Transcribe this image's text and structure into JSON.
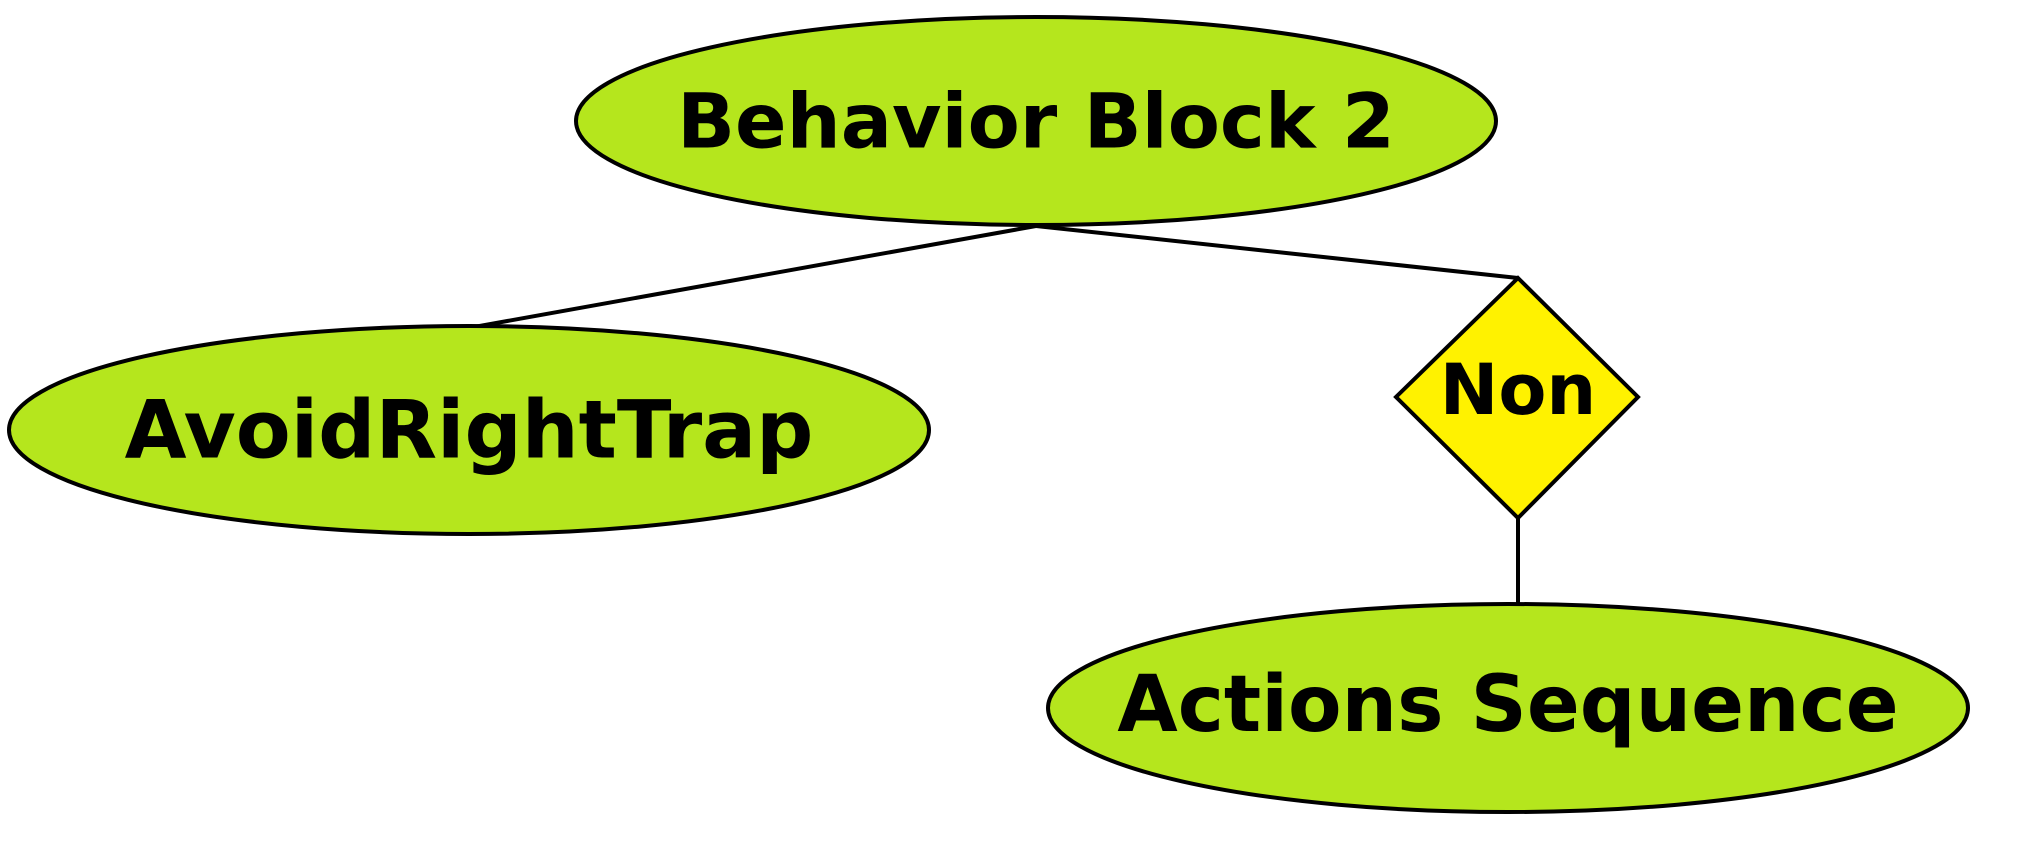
{
  "diagram": {
    "root": {
      "label": "Behavior Block 2",
      "shape": "ellipse",
      "fill": "#b5e61d"
    },
    "left_child": {
      "label": "AvoidRightTrap",
      "shape": "ellipse",
      "fill": "#b5e61d"
    },
    "decorator": {
      "label": "Non",
      "shape": "diamond",
      "fill": "#fff200"
    },
    "decorator_child": {
      "label": "Actions Sequence",
      "shape": "ellipse",
      "fill": "#b5e61d"
    },
    "edges": [
      {
        "from": "root",
        "to": "left_child"
      },
      {
        "from": "root",
        "to": "decorator"
      },
      {
        "from": "decorator",
        "to": "decorator_child"
      }
    ],
    "stroke_color": "#000000"
  }
}
